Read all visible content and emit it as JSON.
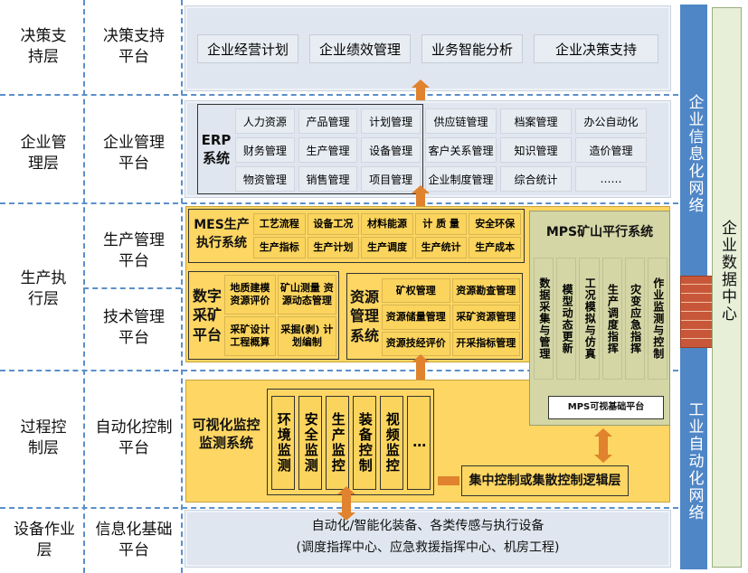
{
  "layers": [
    {
      "name": "决策支持层",
      "platform": "决策支持平台"
    },
    {
      "name": "企业管理层",
      "platform": "企业管理平台"
    },
    {
      "name": "生产执行层",
      "platforms": [
        "生产管理平台",
        "技术管理平台"
      ]
    },
    {
      "name": "过程控制层",
      "platform": "自动化控制平台"
    },
    {
      "name": "设备作业层",
      "platform": "信息化基础平台"
    }
  ],
  "decision": [
    "企业经营计划",
    "企业绩效管理",
    "业务智能分析",
    "企业决策支持"
  ],
  "erp": {
    "title": "ERP系统",
    "items": [
      "人力资源",
      "产品管理",
      "计划管理",
      "财务管理",
      "生产管理",
      "设备管理",
      "物资管理",
      "销售管理",
      "项目管理"
    ],
    "others": [
      "供应链管理",
      "档案管理",
      "办公自动化",
      "客户关系管理",
      "知识管理",
      "造价管理",
      "企业制度管理",
      "综合统计",
      "……"
    ]
  },
  "mes": {
    "title": "MES生产执行系统",
    "items": [
      "工艺流程",
      "设备工况",
      "材料能源",
      "计 质 量",
      "安全环保",
      "生产指标",
      "生产计划",
      "生产调度",
      "生产统计",
      "生产成本"
    ]
  },
  "mining": {
    "title": "数字采矿平台",
    "items": [
      "地质建模 资源评价",
      "矿山测量 资源动态管理",
      "采矿设计 工程概算",
      "采掘(剥) 计划编制"
    ]
  },
  "resource": {
    "title": "资源管理系统",
    "items": [
      "矿权管理",
      "资源勘查管理",
      "资源储量管理",
      "采矿资源管理",
      "资源技经评价",
      "开采指标管理"
    ]
  },
  "mps": {
    "title": "MPS矿山平行系统",
    "items": [
      "数据采集与管理",
      "模型动态更新",
      "工况模拟与仿真",
      "生产调度指挥",
      "灾变应急指挥",
      "作业监测与控制"
    ],
    "base": "MPS可视基础平台"
  },
  "process": {
    "title": "可视化监控监测系统",
    "items": [
      "环境监测",
      "安全监测",
      "生产监控",
      "装备控制",
      "视频监控",
      "…"
    ],
    "control": "集中控制或集散控制逻辑层"
  },
  "device": {
    "line1": "自动化/智能化装备、各类传感与执行设备",
    "line2": "(调度指挥中心、应急救援指挥中心、机房工程)"
  },
  "right": {
    "top": "企业信息化网络",
    "bottom": "工业自动化网络",
    "datacenter": "企业数据中心"
  }
}
